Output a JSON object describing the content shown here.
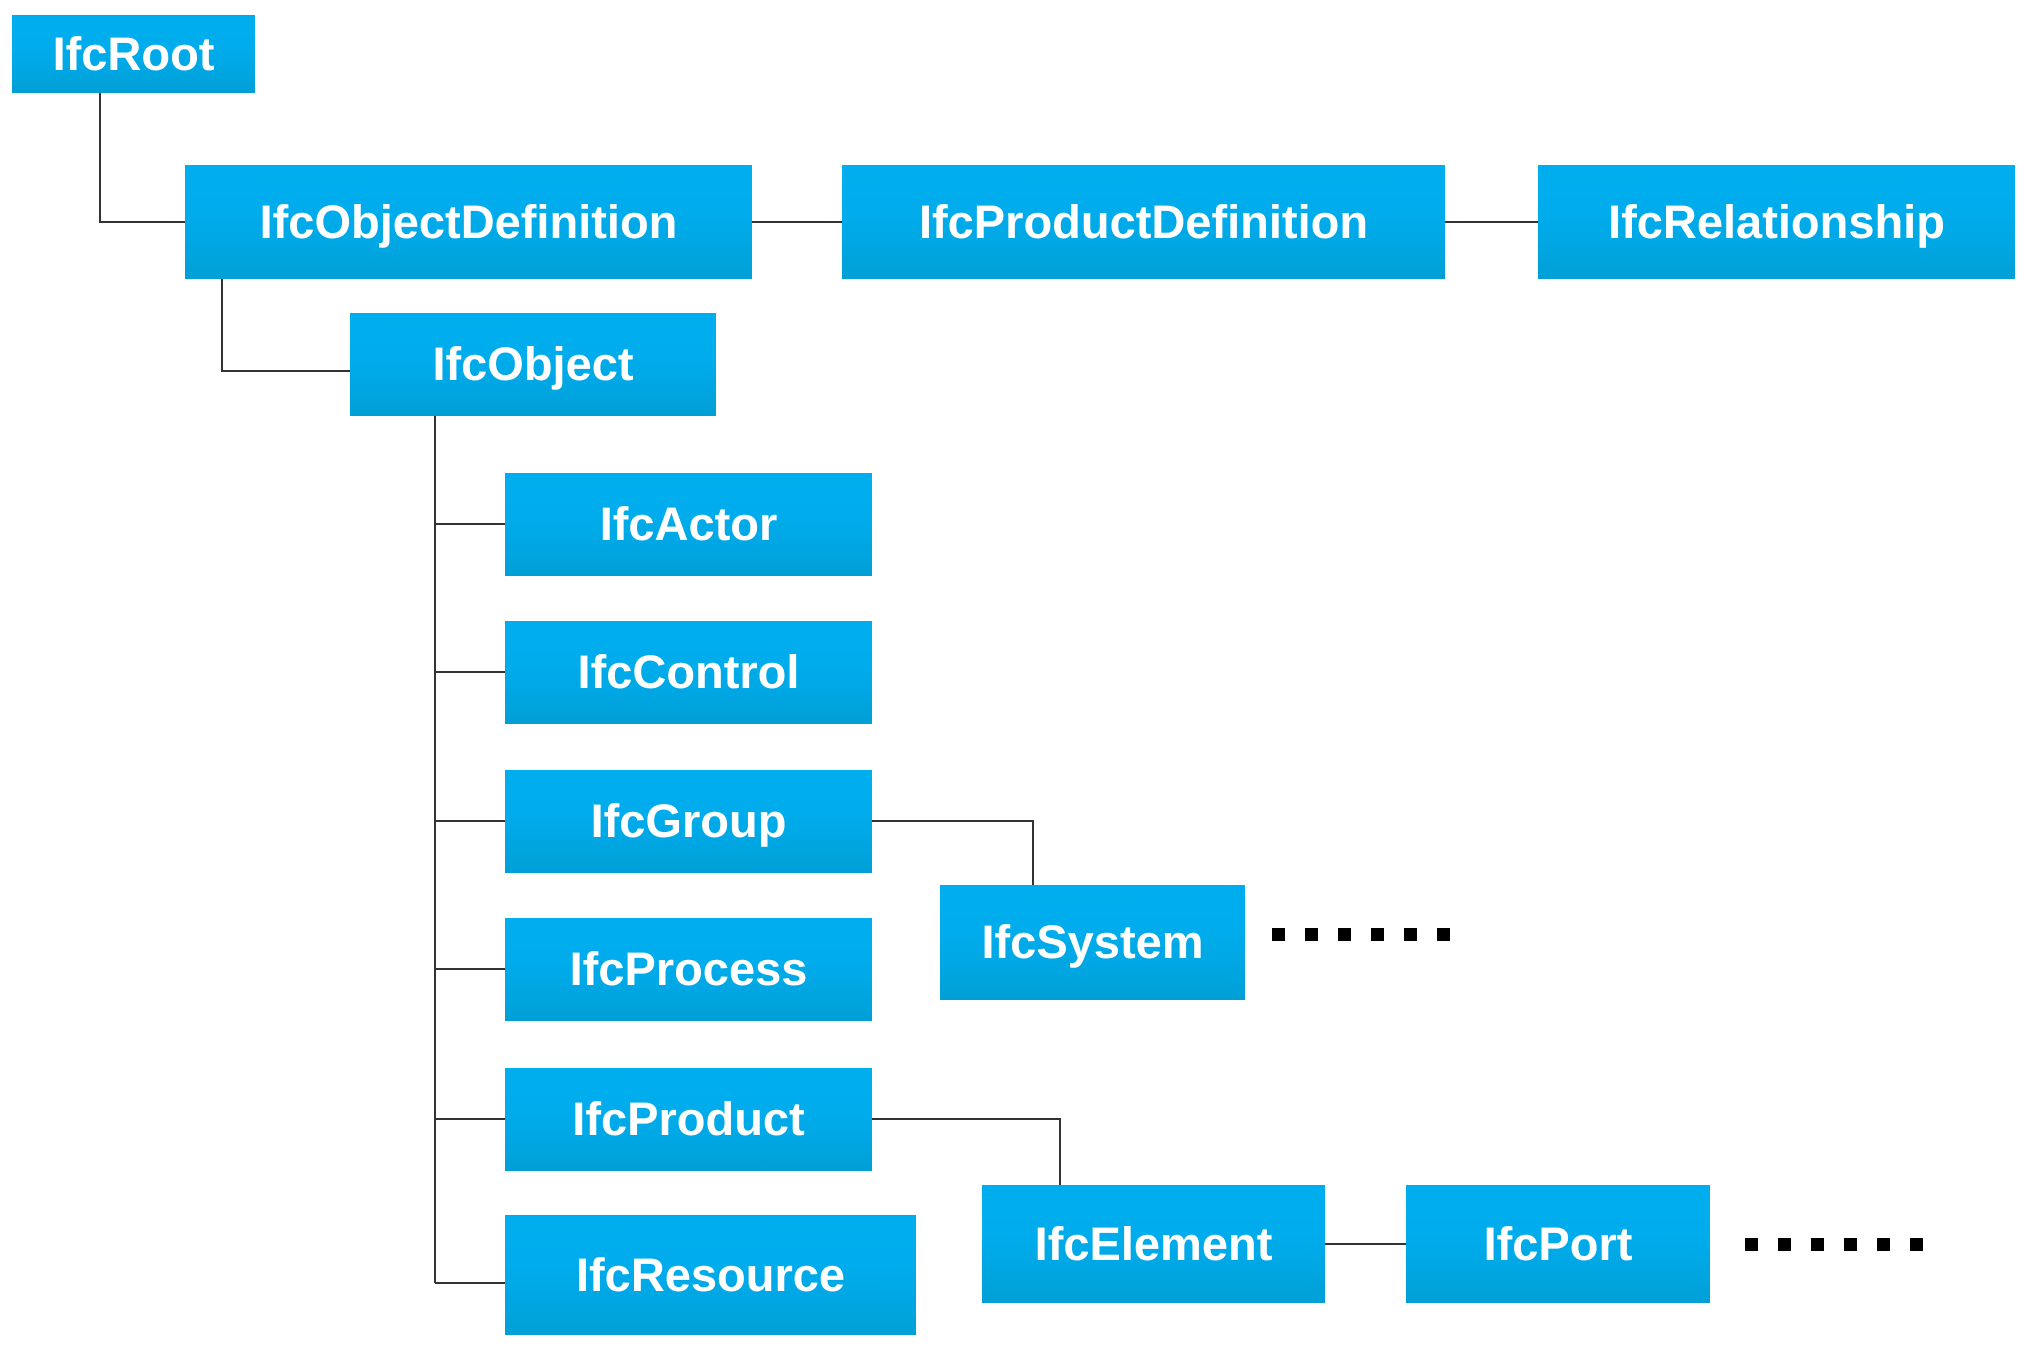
{
  "diagram": {
    "title": "IFC Entity Inheritance Hierarchy",
    "type": "tree-diagram",
    "background_color": "#FFFFFF",
    "node_fill_top": "#00AEEF",
    "node_fill_bottom": "#009FD6",
    "node_text_color": "#FFFFFF",
    "connector_color": "#333333"
  },
  "nodes": {
    "root": {
      "label": "IfcRoot"
    },
    "object_definition": {
      "label": "IfcObjectDefinition"
    },
    "product_definition": {
      "label": "IfcProductDefinition"
    },
    "relationship": {
      "label": "IfcRelationship"
    },
    "object": {
      "label": "IfcObject"
    },
    "actor": {
      "label": "IfcActor"
    },
    "control": {
      "label": "IfcControl"
    },
    "group": {
      "label": "IfcGroup"
    },
    "process": {
      "label": "IfcProcess"
    },
    "product": {
      "label": "IfcProduct"
    },
    "resource": {
      "label": "IfcResource"
    },
    "system": {
      "label": "IfcSystem"
    },
    "element": {
      "label": "IfcElement"
    },
    "port": {
      "label": "IfcPort"
    }
  },
  "ellipses": {
    "after_system": {
      "dot_count": 6
    },
    "after_port": {
      "dot_count": 6
    }
  }
}
